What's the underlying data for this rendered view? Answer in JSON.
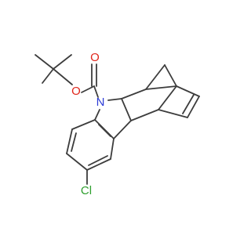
{
  "molecule": {
    "atom_labels": {
      "oxygen_carbonyl": "O",
      "oxygen_ester": "O",
      "nitrogen": "N",
      "chlorine": "Cl"
    },
    "colors": {
      "bond": "#3c3c3c",
      "oxygen": "#e0261b",
      "nitrogen": "#2b3bd6",
      "chlorine": "#2e9f2e",
      "background": "#ffffff"
    }
  }
}
